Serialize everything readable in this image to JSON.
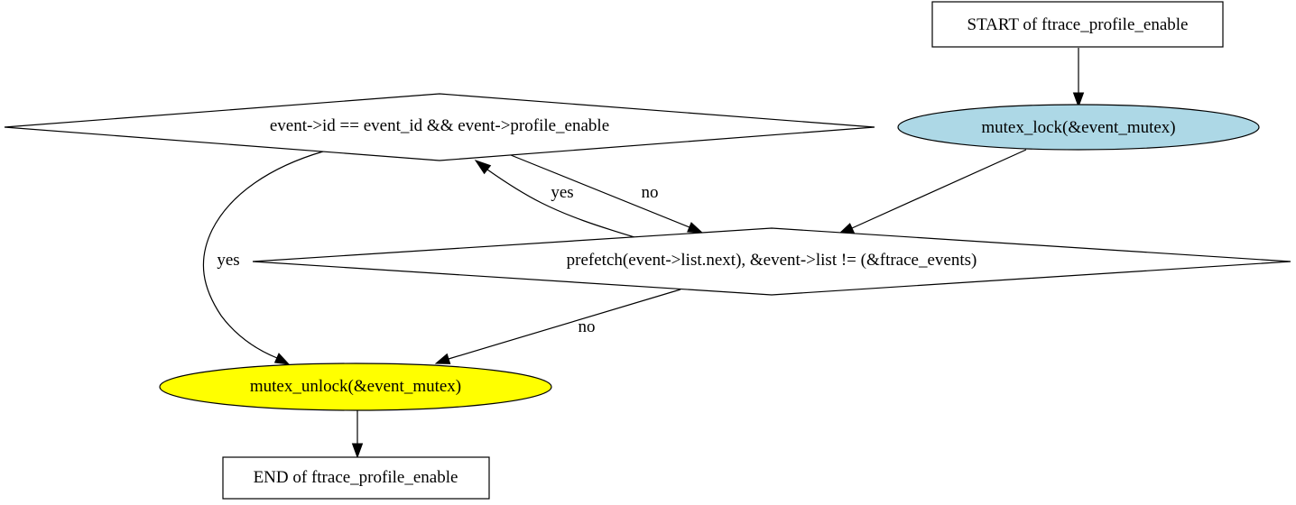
{
  "nodes": {
    "start": {
      "label": "START of ftrace_profile_enable",
      "shape": "box",
      "fill": "#ffffff"
    },
    "lock": {
      "label": "mutex_lock(&event_mutex)",
      "shape": "ellipse",
      "fill": "#add8e6"
    },
    "condition": {
      "label": "event->id == event_id && event->profile_enable",
      "shape": "diamond",
      "fill": "#ffffff"
    },
    "loop": {
      "label": "prefetch(event->list.next), &event->list != (&ftrace_events)",
      "shape": "diamond",
      "fill": "#ffffff"
    },
    "unlock": {
      "label": "mutex_unlock(&event_mutex)",
      "shape": "ellipse",
      "fill": "#ffff00"
    },
    "end": {
      "label": "END of ftrace_profile_enable",
      "shape": "box",
      "fill": "#ffffff"
    }
  },
  "edges": {
    "start_to_lock": {
      "from": "start",
      "to": "lock",
      "label": ""
    },
    "lock_to_loop": {
      "from": "lock",
      "to": "loop",
      "label": ""
    },
    "loop_to_condition": {
      "from": "loop",
      "to": "condition",
      "label": "yes"
    },
    "condition_to_loop": {
      "from": "condition",
      "to": "loop",
      "label": "no"
    },
    "condition_to_unlock": {
      "from": "condition",
      "to": "unlock",
      "label": "yes"
    },
    "loop_to_unlock": {
      "from": "loop",
      "to": "unlock",
      "label": "no"
    },
    "unlock_to_end": {
      "from": "unlock",
      "to": "end",
      "label": ""
    }
  }
}
